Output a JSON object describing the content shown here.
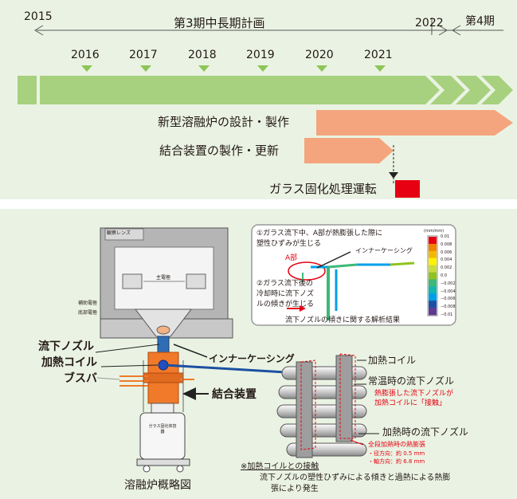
{
  "timeline": {
    "start_year": "2015",
    "period_label": "第3期中長期計画",
    "end_year": "2022",
    "next_period": "第4期",
    "years": [
      "2016",
      "2017",
      "2018",
      "2019",
      "2020",
      "2021"
    ],
    "tasks": [
      {
        "label": "新型溶融炉の設計・製作",
        "start": 2020.0,
        "end": "2022+"
      },
      {
        "label": "結合装置の製作・更新",
        "start": 2020.0,
        "end": 2021.3
      },
      {
        "label": "ガラス固化処理運転",
        "start": 2021.4,
        "end": 2021.8
      }
    ]
  },
  "melter": {
    "caption": "溶融炉概略図",
    "labels": {
      "top_label": "観察レンズ",
      "main_electrode": "主電極",
      "aux_electrode": "補助電極",
      "bottom_electrode": "底部電極",
      "nozzle": "流下ノズル",
      "heating_coil": "加熱コイル",
      "inner_casing": "インナーケーシング",
      "busbar": "ブスバ",
      "coupling": "結合装置",
      "container": "ガラス固化体容器"
    }
  },
  "analysis": {
    "note1_line1": "①ガラス流下中、A部が熱膨張した際に",
    "note1_line2": "塑性ひずみが生じる",
    "part_a": "A部",
    "inner_casing": "インナーケーシング",
    "note2_line1": "②ガラス流下後の",
    "note2_line2": "冷却時に流下ノズ",
    "note2_line3": "ルの傾きが生じる",
    "title": "流下ノズルの傾きに関する解析結果",
    "scale_unit": "(mm/mm)",
    "scale_ticks": [
      "0.01",
      "0.008",
      "0.006",
      "0.004",
      "0.002",
      "0.0",
      "−0.002",
      "−0.004",
      "−0.006",
      "−0.008",
      "−0.01"
    ],
    "scale_colors": [
      "#e60012",
      "#f08300",
      "#f5b800",
      "#fff100",
      "#c9dc3a",
      "#8fc31f",
      "#3cb878",
      "#13b5b1",
      "#00a0e9",
      "#1d50a2",
      "#5f3a94"
    ]
  },
  "detail": {
    "coil_label": "加熱コイル",
    "normal_nozzle": "常温時の流下ノズル",
    "contact_line1": "熱膨張した流下ノズルが",
    "contact_line2": "加熱コイルに「接触」",
    "heated_nozzle": "加熱時の流下ノズル",
    "expansion_title": "全段加熱時の熱膨張",
    "radial": "・径方向：約 0.5 mm",
    "axial": "・軸方向：約 6.8 mm",
    "heading": "※加熱コイルとの接触",
    "desc_line1": "流下ノズルの塑性ひずみによる傾きと過熱による熱膨",
    "desc_line2": "張により発生"
  }
}
